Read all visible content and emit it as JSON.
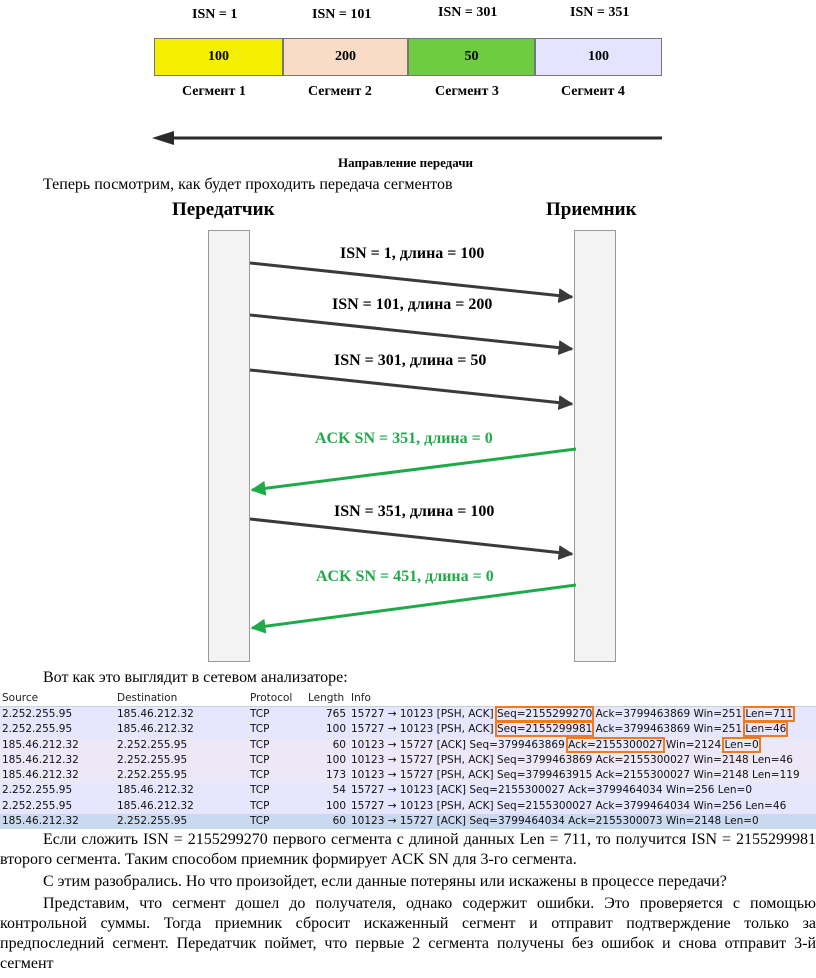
{
  "segment_diagram": {
    "isn_labels": [
      "ISN = 1",
      "ISN = 101",
      "ISN = 301",
      "ISN = 351"
    ],
    "segments": [
      {
        "value": "100",
        "name": "Сегмент 1",
        "color": "#f4ee00"
      },
      {
        "value": "200",
        "name": "Сегмент 2",
        "color": "#fadbc5"
      },
      {
        "value": "50",
        "name": "Сегмент 3",
        "color": "#6dcc40"
      },
      {
        "value": "100",
        "name": "Сегмент 4",
        "color": "#e5e4ff"
      }
    ],
    "direction_label": "Направление передачи"
  },
  "intro_text": "Теперь посмотрим, как будет проходить передача сегментов",
  "sequence_diagram": {
    "sender": "Передатчик",
    "receiver": "Приемник",
    "messages": [
      {
        "label": "ISN = 1, длина = 100",
        "direction": "to-receiver",
        "color": "#3a3a3a"
      },
      {
        "label": "ISN = 101, длина = 200",
        "direction": "to-receiver",
        "color": "#3a3a3a"
      },
      {
        "label": "ISN = 301, длина = 50",
        "direction": "to-receiver",
        "color": "#3a3a3a"
      },
      {
        "label": "ACK SN = 351, длина = 0",
        "direction": "to-sender",
        "color": "#1faa4a"
      },
      {
        "label": "ISN = 351, длина = 100",
        "direction": "to-receiver",
        "color": "#3a3a3a"
      },
      {
        "label": "ACK SN = 451, длина = 0",
        "direction": "to-sender",
        "color": "#1faa4a"
      }
    ]
  },
  "analyzer_caption": "Вот как это выглядит в сетевом анализаторе:",
  "packet_table": {
    "columns": [
      "Source",
      "Destination",
      "Protocol",
      "Length",
      "Info"
    ],
    "rows": [
      {
        "source": "2.252.255.95",
        "destination": "185.46.212.32",
        "protocol": "TCP",
        "length": "765",
        "info_pre": "15727 → 10123 [PSH, ACK] ",
        "seq": "Seq=2155299270",
        "mid": " Ack=3799463869 Win=251 ",
        "len": "Len=711"
      },
      {
        "source": "2.252.255.95",
        "destination": "185.46.212.32",
        "protocol": "TCP",
        "length": "100",
        "info_pre": "15727 → 10123 [PSH, ACK] ",
        "seq": "Seq=2155299981",
        "mid": " Ack=3799463869 Win=251 ",
        "len": "Len=46"
      },
      {
        "source": "185.46.212.32",
        "destination": "2.252.255.95",
        "protocol": "TCP",
        "length": "60",
        "info_pre": "10123 → 15727 [ACK] Seq=3799463869 ",
        "ack": "Ack=2155300027",
        "mid": " Win=2124 ",
        "len": "Len=0"
      },
      {
        "source": "185.46.212.32",
        "destination": "2.252.255.95",
        "protocol": "TCP",
        "length": "100",
        "info": "10123 → 15727 [PSH, ACK] Seq=3799463869 Ack=2155300027 Win=2148 Len=46"
      },
      {
        "source": "185.46.212.32",
        "destination": "2.252.255.95",
        "protocol": "TCP",
        "length": "173",
        "info": "10123 → 15727 [PSH, ACK] Seq=3799463915 Ack=2155300027 Win=2148 Len=119"
      },
      {
        "source": "2.252.255.95",
        "destination": "185.46.212.32",
        "protocol": "TCP",
        "length": "54",
        "info": "15727 → 10123 [ACK] Seq=2155300027 Ack=3799464034 Win=256 Len=0"
      },
      {
        "source": "2.252.255.95",
        "destination": "185.46.212.32",
        "protocol": "TCP",
        "length": "100",
        "info": "15727 → 10123 [PSH, ACK] Seq=2155300027 Ack=3799464034 Win=256 Len=46"
      },
      {
        "source": "185.46.212.32",
        "destination": "2.252.255.95",
        "protocol": "TCP",
        "length": "60",
        "info": "10123 → 15727 [ACK] Seq=3799464034 Ack=2155300073 Win=2148 Len=0"
      }
    ]
  },
  "paragraphs": [
    "Если сложить ISN = 2155299270 первого сегмента с длиной данных Len = 711, то получится ISN = 2155299981 второго сегмента. Таким способом приемник формирует ACK SN для 3-го сегмента.",
    "С этим разобрались. Но что произойдет, если данные потеряны или искажены в процессе передачи?",
    "Представим, что сегмент дошел до получателя, однако содержит ошибки. Это проверяется с помощью контрольной суммы. Тогда приемник сбросит искаженный сегмент и отправит подтверждение только за предпоследний сегмент. Передатчик поймет, что первые 2 сегмента получены без ошибок и снова отправит 3-й сегмент"
  ]
}
